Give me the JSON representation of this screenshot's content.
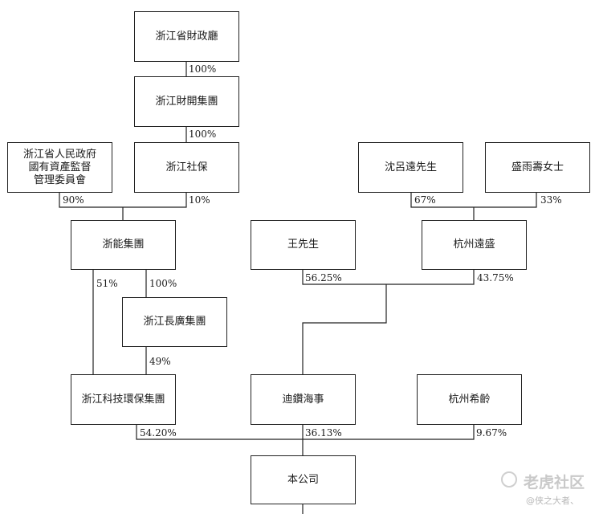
{
  "entities": {
    "finance_dept": "浙江省財政廳",
    "fin_dev_group": "浙江財開集團",
    "sasac": "浙江省人民政府\n國有資產監督\n管理委員會",
    "social_security": "浙江社保",
    "shen_lyuyuan": "沈呂遠先生",
    "sheng_yushou": "盛雨壽女士",
    "zheneng_group": "浙能集團",
    "mr_wang": "王先生",
    "hangzhou_yuansheng": "杭州遠盛",
    "changguang_group": "浙江長廣集團",
    "tech_env_group": "浙江科技環保集團",
    "dicheng_haishi": "迪鑽海事",
    "hangzhou_xiling": "杭州希齡",
    "company": "本公司"
  },
  "percentages": {
    "fin_dept_to_fin_dev": "100%",
    "fin_dev_to_social": "100%",
    "sasac_to_zheneng": "90%",
    "social_to_zheneng": "10%",
    "shen_to_hz": "67%",
    "sheng_to_hz": "33%",
    "zheneng_to_tech": "51%",
    "zheneng_to_changguang": "100%",
    "wang_to_dicheng": "56.25%",
    "hz_to_dicheng": "43.75%",
    "changguang_to_tech": "49%",
    "tech_to_company": "54.20%",
    "dicheng_to_company": "36.13%",
    "xiling_to_company": "9.67%"
  },
  "watermark": {
    "site": "老虎社区",
    "user": "@侠之大者、"
  }
}
